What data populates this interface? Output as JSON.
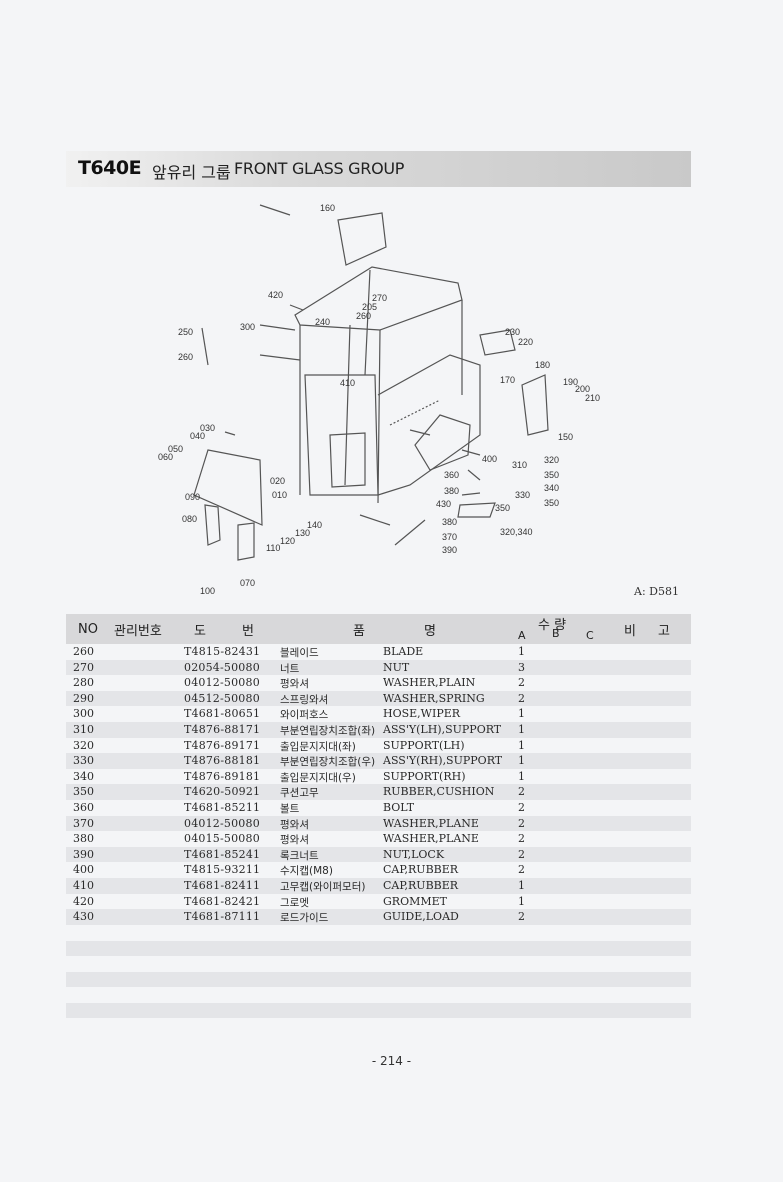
{
  "header": {
    "model": "T640E",
    "title_ko": "앞유리 그룹",
    "title_en": "FRONT GLASS GROUP"
  },
  "diagram": {
    "reference": "A: D581",
    "labels": [
      "160",
      "420",
      "270",
      "205",
      "260",
      "240",
      "300",
      "250",
      "260",
      "230",
      "220",
      "180",
      "170",
      "190",
      "200",
      "210",
      "410",
      "150",
      "030",
      "040",
      "050",
      "060",
      "400",
      "320",
      "310",
      "350",
      "360",
      "340",
      "380",
      "330",
      "350",
      "020",
      "010",
      "430",
      "350",
      "090",
      "080",
      "380",
      "320,340",
      "370",
      "390",
      "140",
      "130",
      "120",
      "110",
      "070",
      "100"
    ]
  },
  "table": {
    "headers": {
      "no": "NO",
      "mgmt": "관리번호",
      "do": "도",
      "beon": "번",
      "pum": "품",
      "myeong": "명",
      "qty": "수 량",
      "a": "A",
      "b": "B",
      "c": "C",
      "bi": "비",
      "go": "고"
    },
    "rows": [
      {
        "no": "260",
        "part": "T4815-82431",
        "ko": "블레이드",
        "en": "BLADE",
        "qty": "1"
      },
      {
        "no": "270",
        "part": "02054-50080",
        "ko": "너트",
        "en": "NUT",
        "qty": "3"
      },
      {
        "no": "280",
        "part": "04012-50080",
        "ko": "평와셔",
        "en": "WASHER,PLAIN",
        "qty": "2"
      },
      {
        "no": "290",
        "part": "04512-50080",
        "ko": "스프링와셔",
        "en": "WASHER,SPRING",
        "qty": "2"
      },
      {
        "no": "300",
        "part": "T4681-80651",
        "ko": "와이퍼호스",
        "en": "HOSE,WIPER",
        "qty": "1"
      },
      {
        "no": "310",
        "part": "T4876-88171",
        "ko": "부분연립장치조합(좌)",
        "en": "ASS'Y(LH),SUPPORT",
        "qty": "1"
      },
      {
        "no": "320",
        "part": "T4876-89171",
        "ko": "출입문지지대(좌)",
        "en": "SUPPORT(LH)",
        "qty": "1"
      },
      {
        "no": "330",
        "part": "T4876-88181",
        "ko": "부분연립장치조합(우)",
        "en": "ASS'Y(RH),SUPPORT",
        "qty": "1"
      },
      {
        "no": "340",
        "part": "T4876-89181",
        "ko": "출입문지지대(우)",
        "en": "SUPPORT(RH)",
        "qty": "1"
      },
      {
        "no": "350",
        "part": "T4620-50921",
        "ko": "쿠션고무",
        "en": "RUBBER,CUSHION",
        "qty": "2"
      },
      {
        "no": "360",
        "part": "T4681-85211",
        "ko": "볼트",
        "en": "BOLT",
        "qty": "2"
      },
      {
        "no": "370",
        "part": "04012-50080",
        "ko": "평와셔",
        "en": "WASHER,PLANE",
        "qty": "2"
      },
      {
        "no": "380",
        "part": "04015-50080",
        "ko": "평와셔",
        "en": "WASHER,PLANE",
        "qty": "2"
      },
      {
        "no": "390",
        "part": "T4681-85241",
        "ko": "록크너트",
        "en": "NUT,LOCK",
        "qty": "2"
      },
      {
        "no": "400",
        "part": "T4815-93211",
        "ko": "수지캡(M8)",
        "en": "CAP,RUBBER",
        "qty": "2"
      },
      {
        "no": "410",
        "part": "T4681-82411",
        "ko": "고무캡(와이퍼모터)",
        "en": "CAP,RUBBER",
        "qty": "1"
      },
      {
        "no": "420",
        "part": "T4681-82421",
        "ko": "그로멧",
        "en": "GROMMET",
        "qty": "1"
      },
      {
        "no": "430",
        "part": "T4681-87111",
        "ko": "로드가이드",
        "en": "GUIDE,LOAD",
        "qty": "2"
      }
    ]
  },
  "footer": {
    "page": "- 214 -"
  }
}
